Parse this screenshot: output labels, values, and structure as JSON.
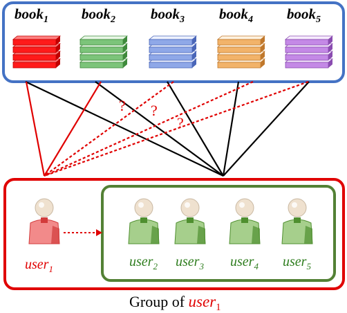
{
  "books": [
    {
      "name": "book",
      "sub": "1",
      "color": "#ff1a1a",
      "shade": "#c00000",
      "page": "#ff8080"
    },
    {
      "name": "book",
      "sub": "2",
      "color": "#7cc47a",
      "shade": "#3f8a3c",
      "page": "#e9f7e6"
    },
    {
      "name": "book",
      "sub": "3",
      "color": "#8fa8e8",
      "shade": "#4a66b8",
      "page": "#eef2ff"
    },
    {
      "name": "book",
      "sub": "4",
      "color": "#f2b36a",
      "shade": "#c0782c",
      "page": "#fff2e0"
    },
    {
      "name": "book",
      "sub": "5",
      "color": "#c489e6",
      "shade": "#8a4cb0",
      "page": "#f7ecff"
    }
  ],
  "target_user": {
    "name": "user",
    "sub": "1",
    "color": "#e00000",
    "body": "#f28a8a"
  },
  "group_users": [
    {
      "name": "user",
      "sub": "2"
    },
    {
      "name": "user",
      "sub": "3"
    },
    {
      "name": "user",
      "sub": "4"
    },
    {
      "name": "user",
      "sub": "5"
    }
  ],
  "group_label": {
    "prefix": "Group of ",
    "name": "user",
    "sub": "1"
  },
  "question_mark": "?",
  "colors": {
    "books_frame": "#4472c4",
    "outer_frame": "#e00000",
    "inner_frame": "#538135",
    "group_text": "#2e7d1e",
    "known_link": "#000000",
    "target_link": "#e00000"
  }
}
